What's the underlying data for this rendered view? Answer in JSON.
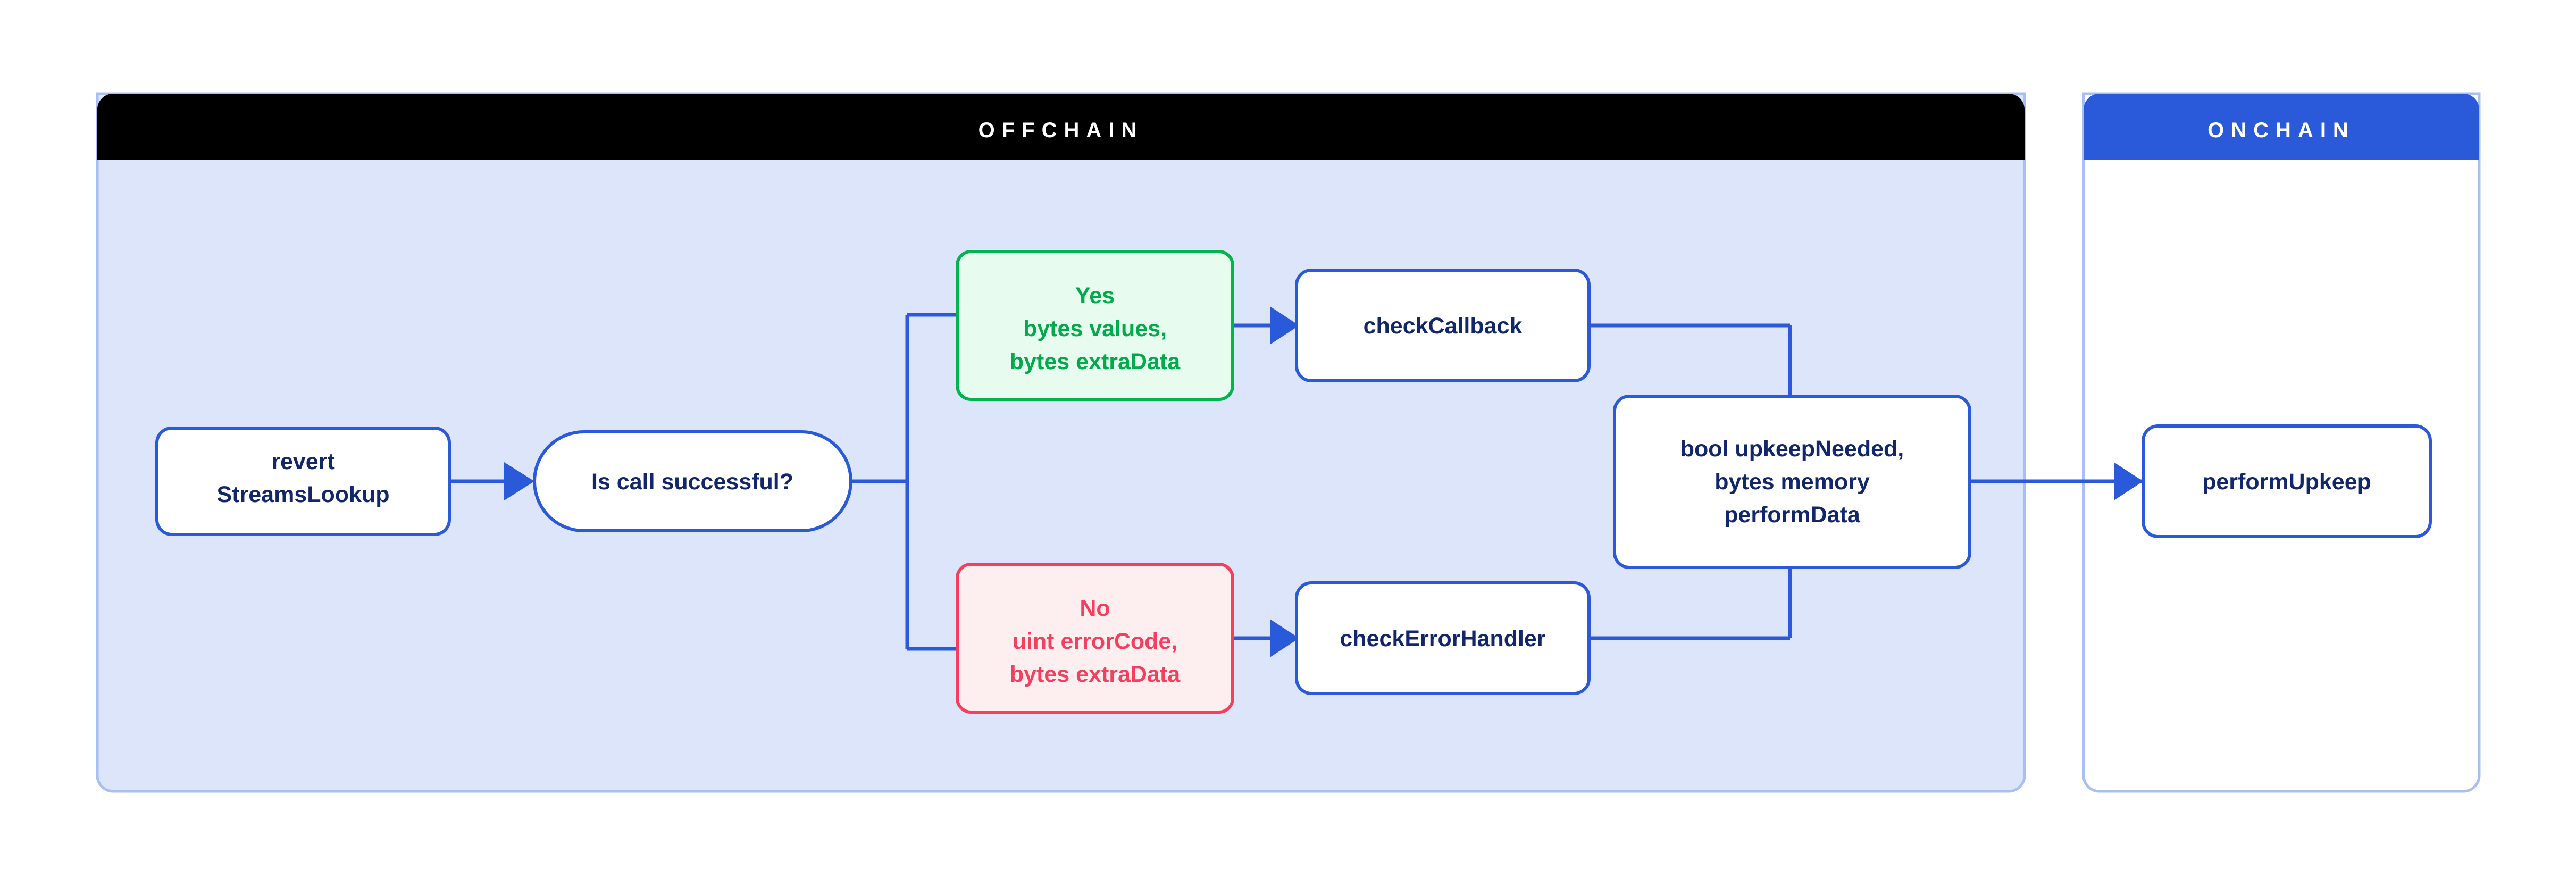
{
  "diagram": {
    "title": "StreamsLookup offchain to onchain flow",
    "colors": {
      "offchain_header_bg": "#000000",
      "onchain_header_bg": "#2a5ada",
      "offchain_panel_bg": "#dce5f9",
      "onchain_panel_bg": "#ffffff",
      "panel_border": "#a9bff1",
      "connector": "#2a5ada",
      "node_border": "#2a5ada",
      "node_text": "#12276b",
      "success_border": "#01b44b",
      "success_fill": "#e7fcef",
      "success_text": "#00ab4a",
      "error_border": "#f63f5d",
      "error_fill": "#fdeef0",
      "error_text": "#f63f5d"
    },
    "panels": [
      {
        "id": "offchain",
        "title": "OFFCHAIN"
      },
      {
        "id": "onchain",
        "title": "ONCHAIN"
      }
    ],
    "nodes": [
      {
        "id": "revert-streamslookup",
        "shape": "rounded-rect",
        "style": "default",
        "lines": [
          "revert",
          "StreamsLookup"
        ]
      },
      {
        "id": "is-call-successful",
        "shape": "pill",
        "style": "default",
        "lines": [
          "Is call successful?"
        ]
      },
      {
        "id": "yes-branch",
        "shape": "rounded-rect",
        "style": "success",
        "lines": [
          "Yes",
          "bytes values,",
          "bytes extraData"
        ]
      },
      {
        "id": "no-branch",
        "shape": "rounded-rect",
        "style": "error",
        "lines": [
          "No",
          "uint errorCode,",
          "bytes extraData"
        ]
      },
      {
        "id": "check-callback",
        "shape": "rounded-rect",
        "style": "default",
        "lines": [
          "checkCallback"
        ]
      },
      {
        "id": "check-error-handler",
        "shape": "rounded-rect",
        "style": "default",
        "lines": [
          "checkErrorHandler"
        ]
      },
      {
        "id": "upkeep-needed",
        "shape": "rounded-rect",
        "style": "default",
        "lines": [
          "bool upkeepNeeded,",
          "bytes memory",
          "performData"
        ]
      },
      {
        "id": "perform-upkeep",
        "shape": "rounded-rect",
        "style": "default",
        "lines": [
          "performUpkeep"
        ]
      }
    ],
    "edges": [
      {
        "from": "revert-streamslookup",
        "to": "is-call-successful",
        "arrow": true
      },
      {
        "from": "is-call-successful",
        "to": "yes-branch",
        "arrow": false
      },
      {
        "from": "is-call-successful",
        "to": "no-branch",
        "arrow": false
      },
      {
        "from": "yes-branch",
        "to": "check-callback",
        "arrow": true
      },
      {
        "from": "no-branch",
        "to": "check-error-handler",
        "arrow": true
      },
      {
        "from": "check-callback",
        "to": "upkeep-needed",
        "arrow": false
      },
      {
        "from": "check-error-handler",
        "to": "upkeep-needed",
        "arrow": false
      },
      {
        "from": "upkeep-needed",
        "to": "perform-upkeep",
        "arrow": true
      }
    ]
  },
  "text": {
    "offchain_title": "OFFCHAIN",
    "onchain_title": "ONCHAIN",
    "revert_line1": "revert",
    "revert_line2": "StreamsLookup",
    "decision": "Is call successful?",
    "yes_line1": "Yes",
    "yes_line2": "bytes values,",
    "yes_line3": "bytes extraData",
    "no_line1": "No",
    "no_line2": "uint errorCode,",
    "no_line3": "bytes extraData",
    "check_callback": "checkCallback",
    "check_error_handler": "checkErrorHandler",
    "upkeep_line1": "bool upkeepNeeded,",
    "upkeep_line2": "bytes memory",
    "upkeep_line3": "performData",
    "perform_upkeep": "performUpkeep"
  }
}
